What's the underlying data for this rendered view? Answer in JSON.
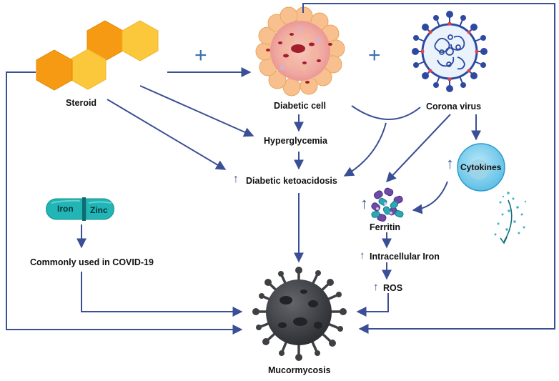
{
  "colors": {
    "arrow": "#3a4f95",
    "hex_orange": "#f59a12",
    "hex_yellow": "#fcc83b",
    "cell_fill": "#f9c08f",
    "virus_spike": "#2d4aa0",
    "cytokine_fill": "#7fd0ee",
    "ferritin_purple": "#6f49a8",
    "pill_teal": "#1fb7b7",
    "fungus_dark": "#3e4044"
  },
  "nodes": {
    "steroid": {
      "label": "Steroid",
      "icon": "hexagon-molecule-icon"
    },
    "diabetic_cell": {
      "label": "Diabetic cell",
      "icon": "fat-cell-icon"
    },
    "corona_virus": {
      "label": "Corona virus",
      "icon": "coronavirus-icon"
    },
    "hyperglycemia": {
      "label": "Hyperglycemia"
    },
    "ketoacidosis": {
      "label": "Diabetic ketoacidosis",
      "indicator": "↑"
    },
    "cytokines": {
      "label": "Cytokines",
      "indicator": "↑",
      "icon": "cytokine-cell-icon"
    },
    "ferritin": {
      "label": "Ferritin",
      "indicator": "↑",
      "icon": "ferritin-protein-icon"
    },
    "intracellular_iron": {
      "label": "Intracellular Iron",
      "indicator": "↑"
    },
    "ros": {
      "label": "ROS",
      "indicator": "↑"
    },
    "supplements": {
      "iron": "Iron",
      "zinc": "Zinc",
      "icon": "capsule-icon"
    },
    "covid_use": {
      "label": "Commonly used in COVID-19"
    },
    "mucormycosis": {
      "label": "Mucormycosis",
      "icon": "fungus-icon"
    }
  },
  "operators": {
    "plus_1": "+",
    "plus_2": "+"
  }
}
